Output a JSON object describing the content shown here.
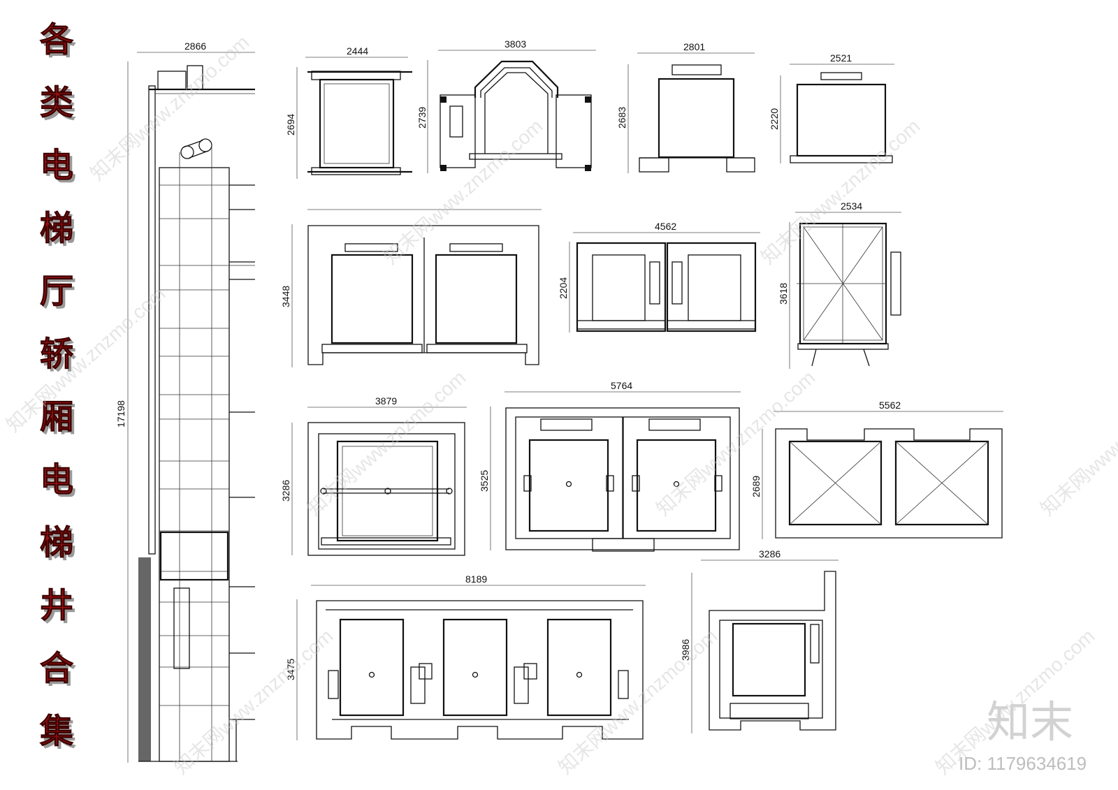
{
  "title": {
    "chars": [
      "各",
      "类",
      "电",
      "梯",
      "厅",
      "轿",
      "厢",
      "电",
      "梯",
      "井",
      "合",
      "集"
    ],
    "color": "#9c1212"
  },
  "dimensions": {
    "d2866": "2866",
    "d17198": "17198",
    "d2444": "2444",
    "d2694": "2694",
    "d3803": "3803",
    "d2739": "2739",
    "d2801": "2801",
    "d2683": "2683",
    "d2521": "2521",
    "d2220": "2220",
    "d3448": "3448",
    "d4562": "4562",
    "d2204": "2204",
    "d2534": "2534",
    "d3618": "3618",
    "d3879": "3879",
    "d3286a": "3286",
    "d5764": "5764",
    "d3525": "3525",
    "d5562": "5562",
    "d2689": "2689",
    "d8189": "8189",
    "d3475": "3475",
    "d3286b": "3286",
    "d3986": "3986"
  },
  "watermark": {
    "text": "知末网www.znzmo.com",
    "brand": "知末",
    "id_label": "ID: 1179634619"
  }
}
